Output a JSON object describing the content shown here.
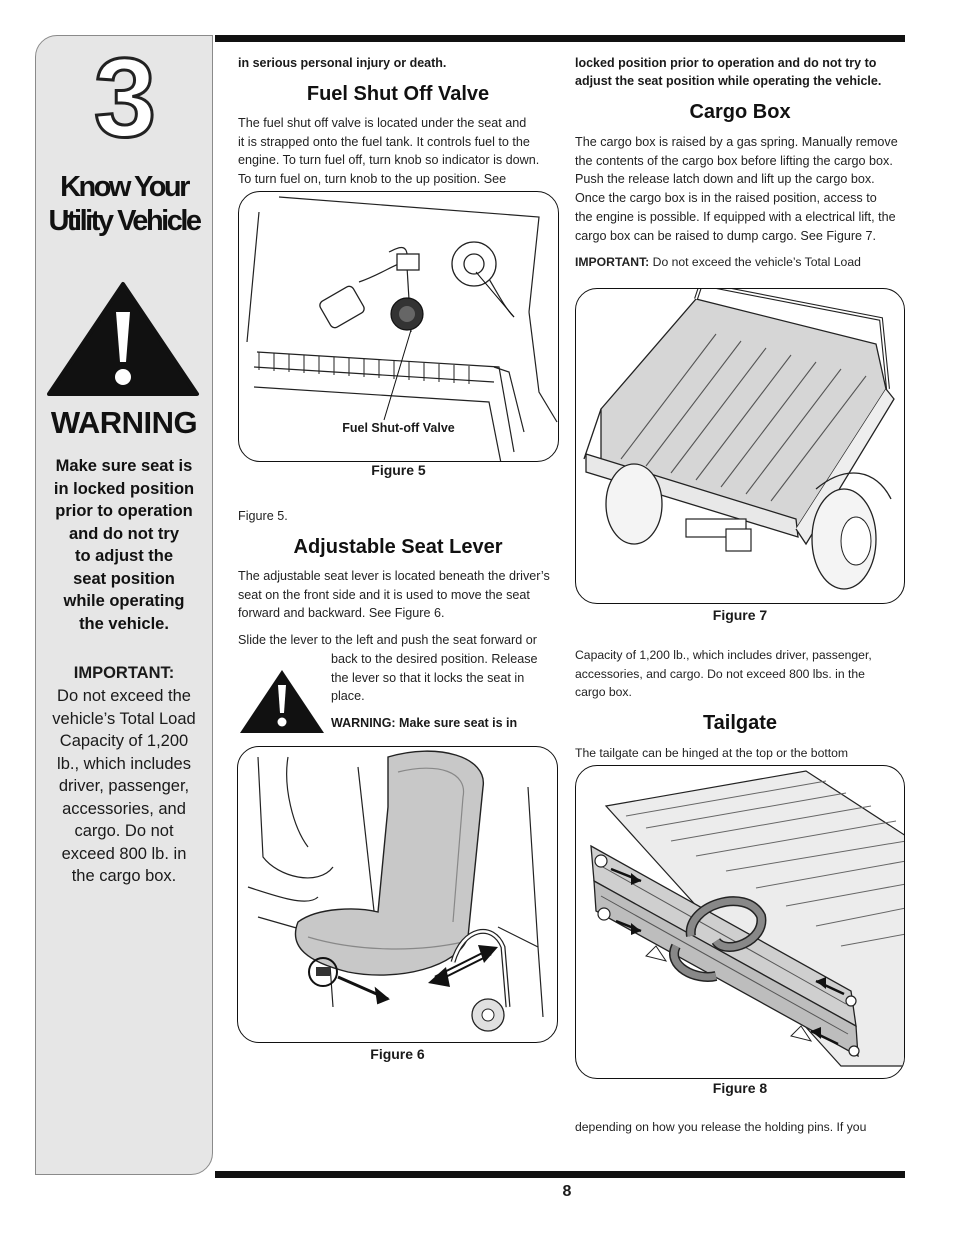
{
  "sidebar": {
    "chapter_number": "3",
    "title_line1": "Know Your",
    "title_line2": "Utility Vehicle",
    "warning_title": "WARNING",
    "warning_lines": [
      "Make sure seat is",
      "in locked position",
      "prior to operation",
      "and do not try",
      "to adjust the",
      "seat position",
      "while operating",
      "the vehicle."
    ],
    "important_label": "IMPORTANT:",
    "important_lines": [
      "Do not exceed the",
      "vehicle’s Total Load",
      "Capacity of 1,200",
      "lb., which includes",
      "driver, passenger,",
      "accessories, and",
      "cargo. Do not",
      "exceed 800 lb. in",
      "the cargo box."
    ]
  },
  "col1": {
    "top_text": "in serious personal injury or death.",
    "fuel_heading": "Fuel Shut Off Valve",
    "fuel_lines": [
      "The fuel shut off valve is located under the seat and",
      "it is strapped onto the fuel tank. It controls fuel to the",
      "engine. To turn fuel off, turn knob so indicator is down.",
      "To turn fuel on, turn knob to the up position.  See"
    ],
    "fig5_label": "Fuel Shut-off Valve",
    "fig5_caption": "Figure 5",
    "fig5_ref": "Figure 5.",
    "seat_heading": "Adjustable Seat Lever",
    "seat_lines": [
      "The adjustable seat lever is located beneath the driver’s",
      "seat on the front side and it is used to move the seat",
      "forward and backward. See Figure 6."
    ],
    "slide_line": "Slide the lever to the left and push the seat forward or",
    "slide_lines_indented": [
      "back to the desired position. Release",
      "the lever so that it locks the seat in",
      "place."
    ],
    "inline_warning": "WARNING:  Make sure seat is in",
    "fig6_caption": "Figure 6"
  },
  "col2": {
    "top_lines": [
      "locked position prior to operation and do not try to",
      "adjust the seat position while operating the vehicle."
    ],
    "cargo_heading": "Cargo Box",
    "cargo_lines": [
      "The cargo box is raised by a gas spring. Manually remove",
      "the contents of the cargo box before lifting the cargo box.",
      "Push the release latch down and lift up the cargo box.",
      "Once the cargo box is in the raised position, access to",
      "the engine is possible. If equipped with a electrical lift, the",
      "cargo box can be raised to dump cargo. See Figure 7."
    ],
    "important_label": "IMPORTANT:",
    "important_text": " Do not exceed the vehicle’s Total Load",
    "fig7_caption": "Figure 7",
    "capacity_lines": [
      "Capacity of 1,200 lb., which includes driver, passenger,",
      "accessories, and cargo. Do not exceed 800 lbs. in the",
      "cargo box."
    ],
    "tailgate_heading": "Tailgate",
    "tailgate_line": "The tailgate can be hinged at the top or the bottom",
    "fig8_caption": "Figure 8",
    "bottom_line": "depending on how you release the holding pins. If you"
  },
  "page_number": "8"
}
